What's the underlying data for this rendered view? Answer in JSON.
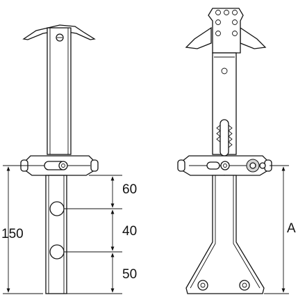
{
  "dimensions": {
    "total_height": "150",
    "spacing_top": "60",
    "spacing_middle": "40",
    "spacing_bottom": "50",
    "adjustable_height": "A"
  }
}
